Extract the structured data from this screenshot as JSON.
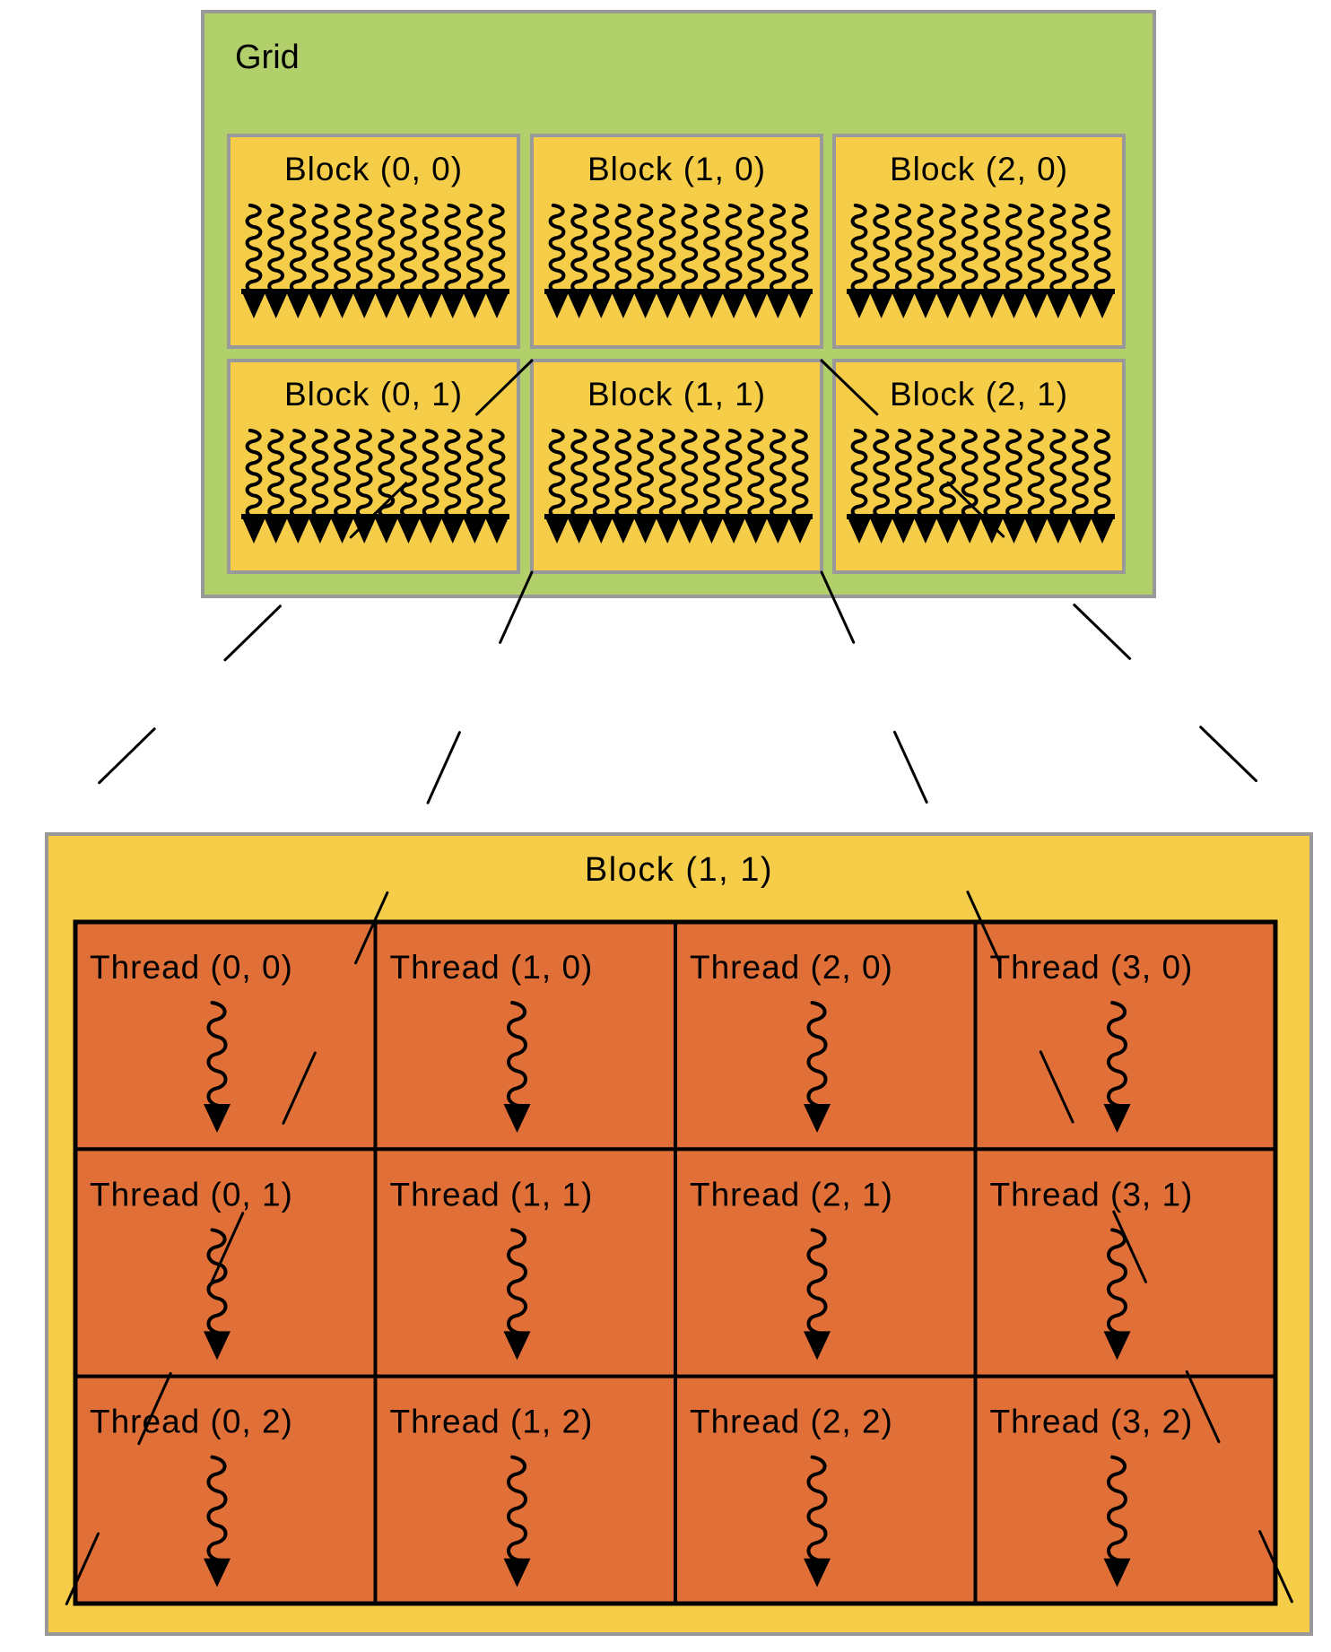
{
  "colors": {
    "grid_fill": "#B1CF6A",
    "block_fill": "#F6CD48",
    "thread_fill": "#E06F38",
    "frame_border": "#999999",
    "line": "#000000"
  },
  "grid": {
    "label": "Grid",
    "blocks": [
      {
        "label": "Block (0, 0)",
        "col": 0,
        "row": 0,
        "thread_count": 12
      },
      {
        "label": "Block (1, 0)",
        "col": 1,
        "row": 0,
        "thread_count": 12
      },
      {
        "label": "Block (2, 0)",
        "col": 2,
        "row": 0,
        "thread_count": 12
      },
      {
        "label": "Block (0, 1)",
        "col": 0,
        "row": 1,
        "thread_count": 12
      },
      {
        "label": "Block (1, 1)",
        "col": 1,
        "row": 1,
        "thread_count": 12
      },
      {
        "label": "Block (2, 1)",
        "col": 2,
        "row": 1,
        "thread_count": 12
      }
    ]
  },
  "expanded_block": {
    "label": "Block (1, 1)",
    "source_block": "Block (1, 1)",
    "threads": [
      {
        "label": "Thread (0, 0)",
        "col": 0,
        "row": 0
      },
      {
        "label": "Thread (1, 0)",
        "col": 1,
        "row": 0
      },
      {
        "label": "Thread (2, 0)",
        "col": 2,
        "row": 0
      },
      {
        "label": "Thread (3, 0)",
        "col": 3,
        "row": 0
      },
      {
        "label": "Thread (0, 1)",
        "col": 0,
        "row": 1
      },
      {
        "label": "Thread (1, 1)",
        "col": 1,
        "row": 1
      },
      {
        "label": "Thread (2, 1)",
        "col": 2,
        "row": 1
      },
      {
        "label": "Thread (3, 1)",
        "col": 3,
        "row": 1
      },
      {
        "label": "Thread (0, 2)",
        "col": 0,
        "row": 2
      },
      {
        "label": "Thread (1, 2)",
        "col": 1,
        "row": 2
      },
      {
        "label": "Thread (2, 2)",
        "col": 2,
        "row": 2
      },
      {
        "label": "Thread (3, 2)",
        "col": 3,
        "row": 2
      }
    ]
  },
  "icons": {
    "thread": "wavy-arrow-icon"
  }
}
